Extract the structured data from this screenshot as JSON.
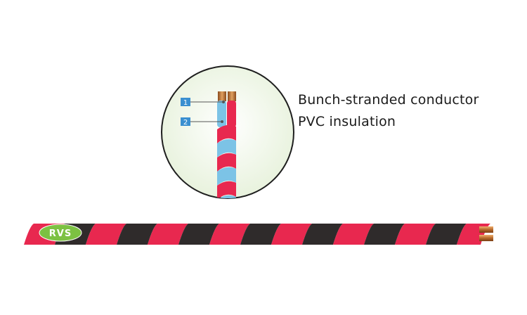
{
  "callouts": [
    {
      "number": "1",
      "label": "Bunch-stranded conductor"
    },
    {
      "number": "2",
      "label": "PVC insulation"
    }
  ],
  "cable_badge": "RVS",
  "colors": {
    "red_wire": "#e8284f",
    "black_wire": "#2f2b2b",
    "blue_wire": "#7cc3e6",
    "copper": "#c87a38",
    "badge": "#7cc142",
    "callout_box": "#3a8fd0",
    "circle_bg": "#eef6e4"
  }
}
